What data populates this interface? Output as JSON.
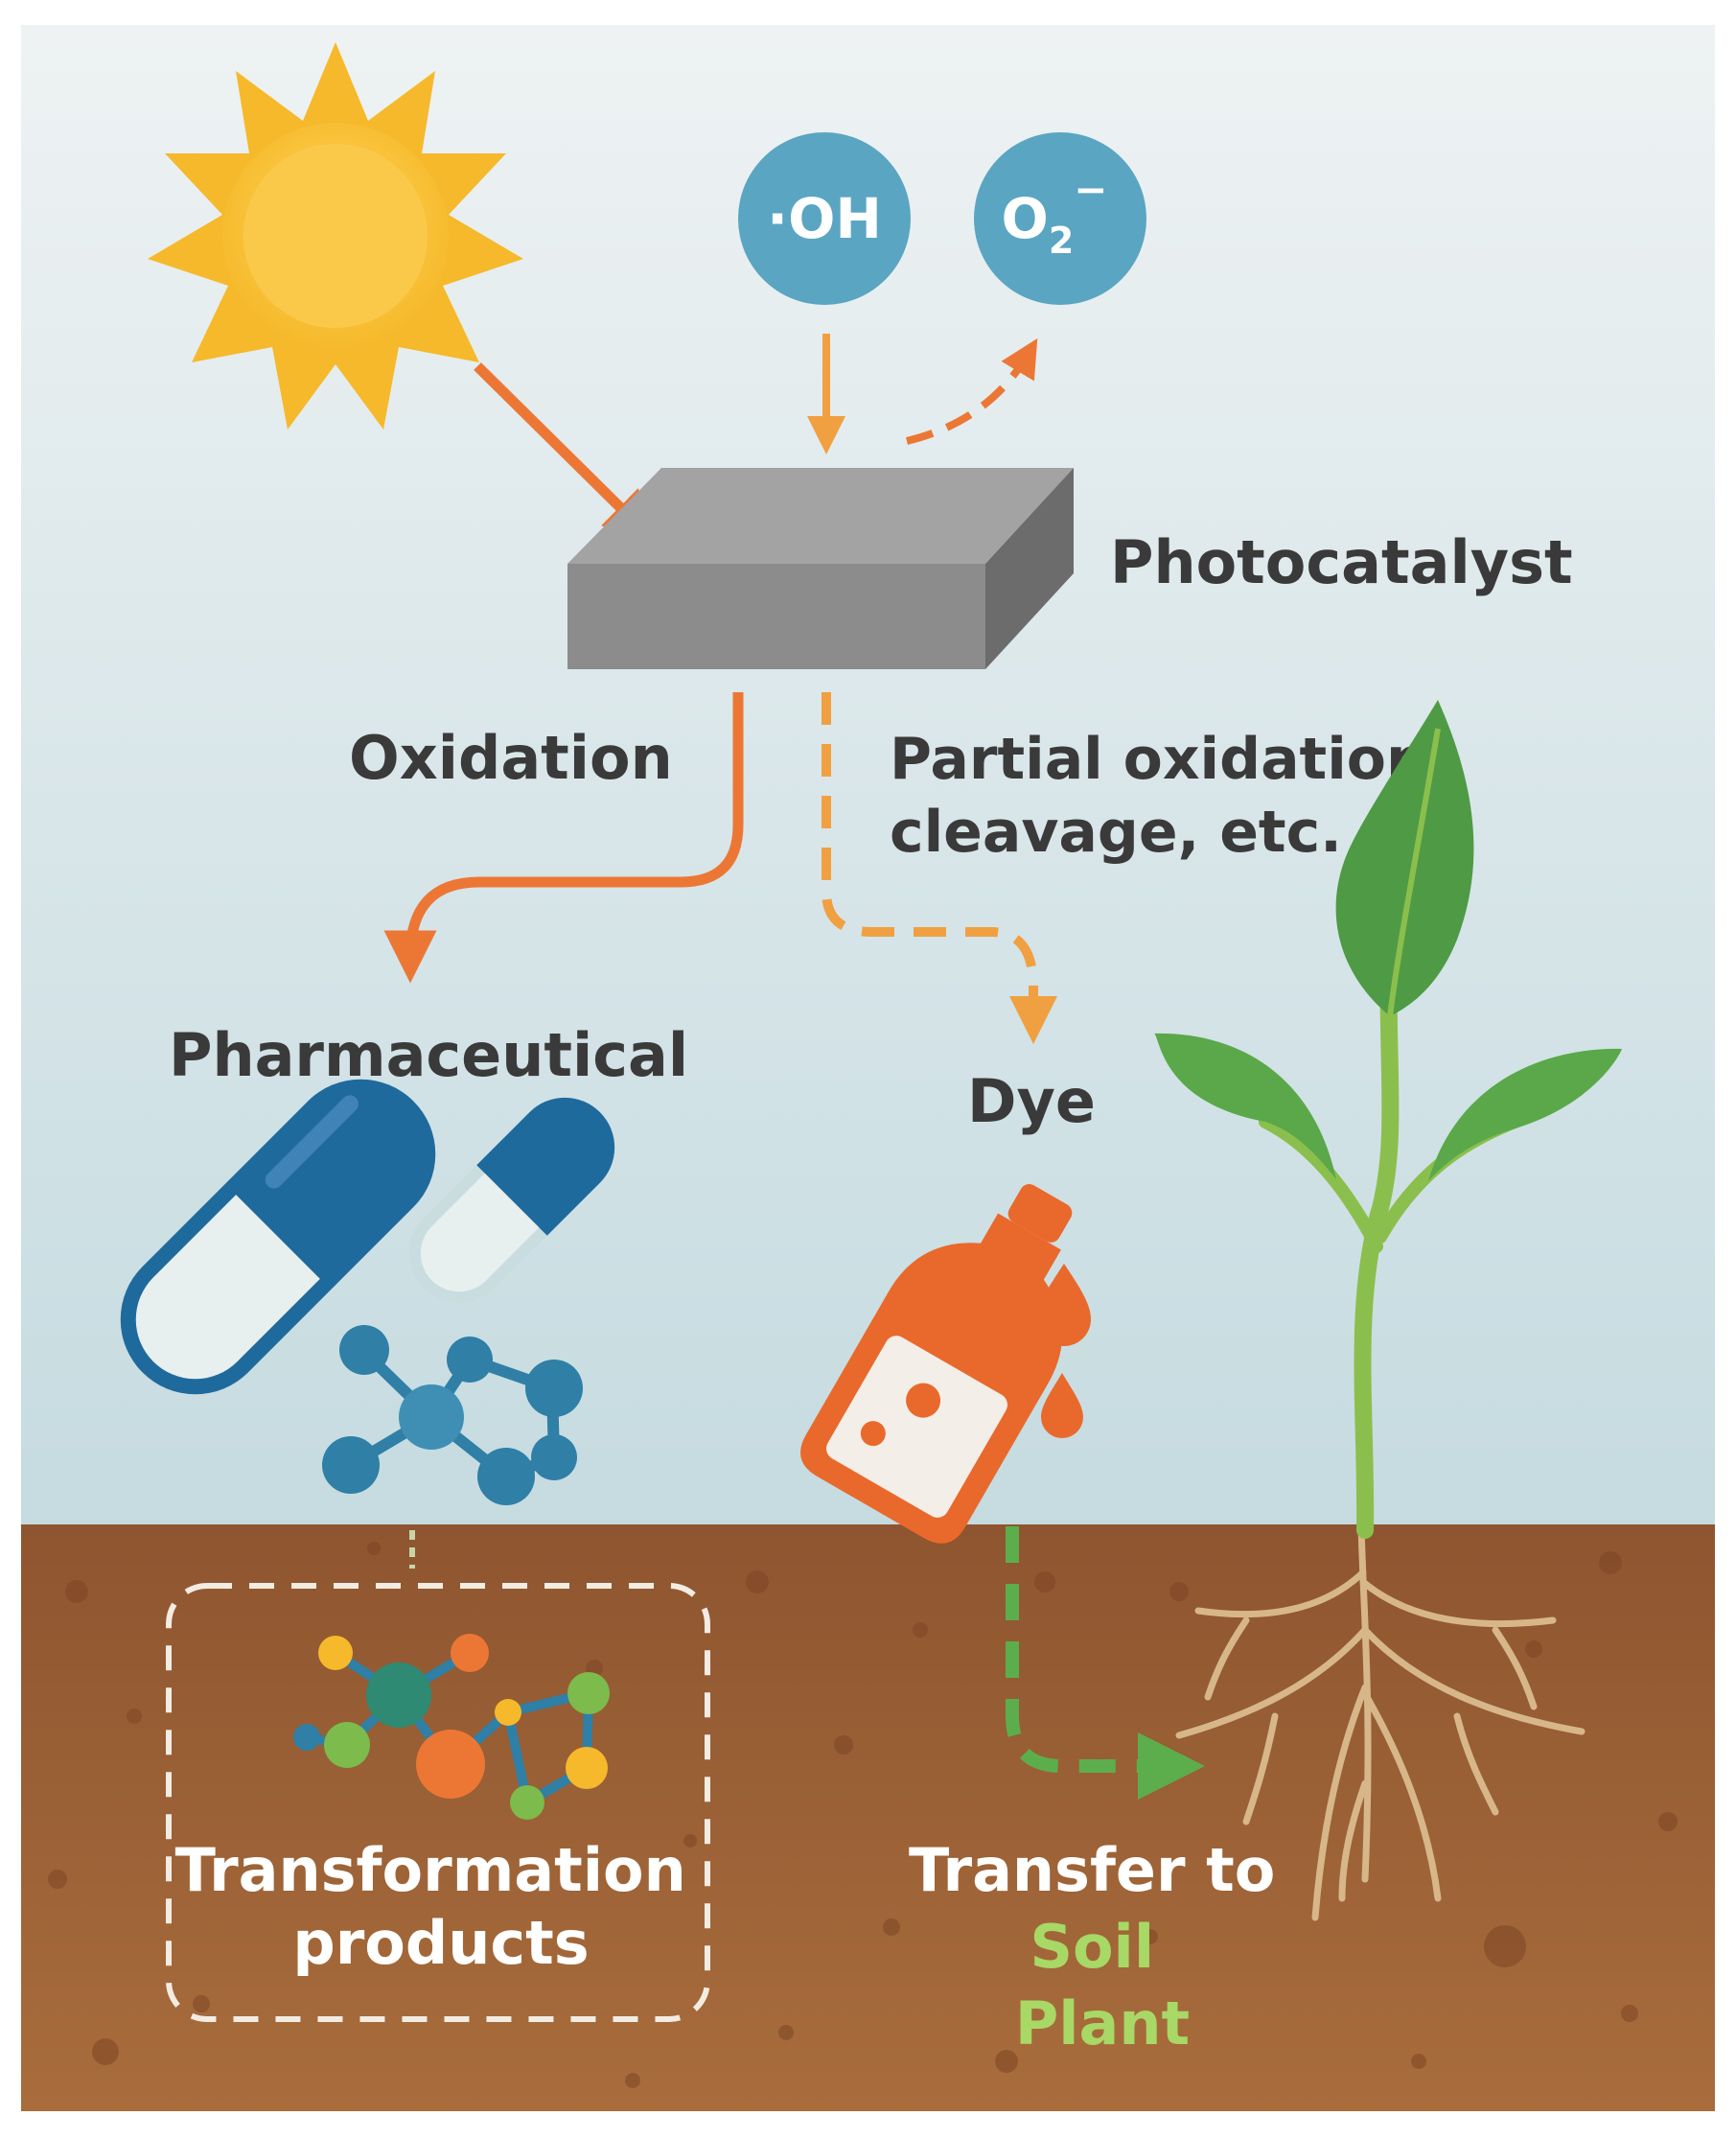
{
  "radicals": {
    "hydroxyl": "·OH",
    "superoxide_base": "O",
    "superoxide_sub": "2",
    "superoxide_sup": "−"
  },
  "labels": {
    "photocatalyst": "Photocatalyst",
    "oxidation": "Oxidation",
    "partial_line1": "Partial oxidation,",
    "partial_line2": "cleavage, etc.",
    "pharmaceutical": "Pharmaceutical",
    "dye": "Dye",
    "transformation_line1": "Transformation",
    "transformation_line2": "products",
    "transfer_line1": "Transfer to",
    "transfer_soil": "Soil",
    "transfer_plant": "Plant"
  },
  "colors": {
    "sky_top": "#e9eef0",
    "sky_bottom": "#c9dde2",
    "soil": "#9a6238",
    "arrow_orange": "#ec7735",
    "arrow_dashed_orange": "#f0a040",
    "arrow_green": "#5cae4c",
    "radical_circle": "#5aa5c2",
    "photocatalyst": "#8c8c8c",
    "text_dark": "#3a3a3a",
    "text_green": "#a8d866",
    "pill_blue": "#1f6a9d",
    "molecule_blue": "#2f7fa6",
    "dye_orange": "#e9692c",
    "leaf_green": "#4f9a45"
  }
}
